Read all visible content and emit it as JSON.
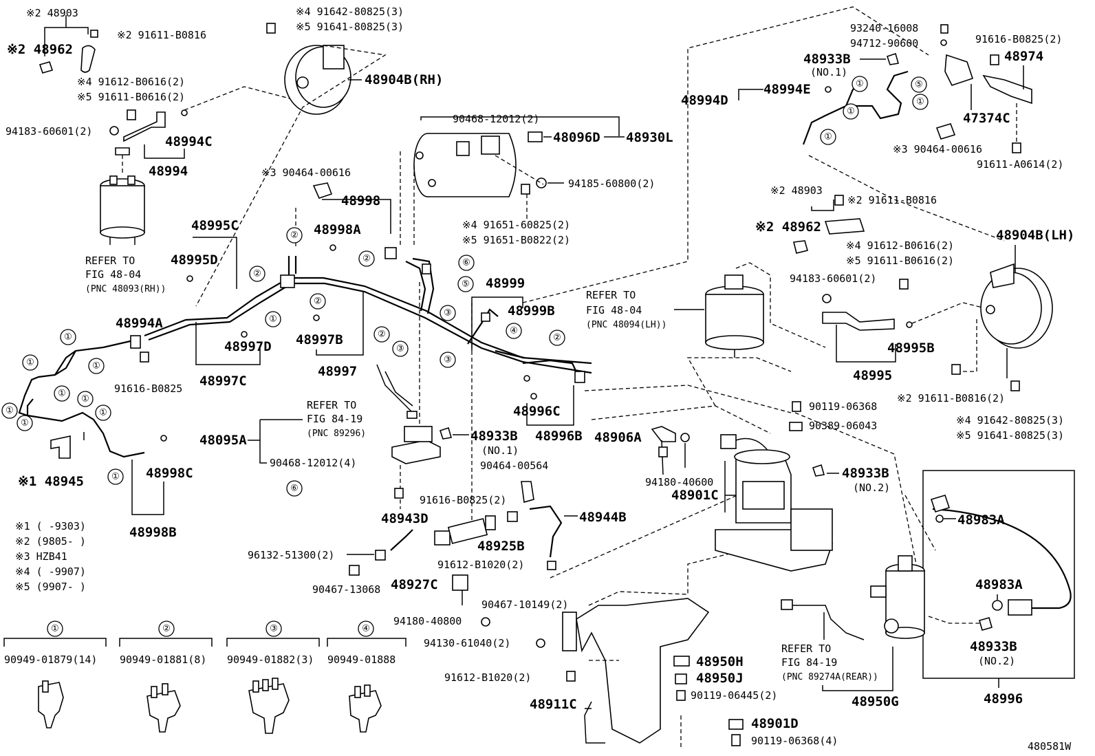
{
  "figure_id": "480581W",
  "callouts": {
    "c1": "①",
    "c2": "②",
    "c3": "③",
    "c4": "④",
    "c5": "⑤",
    "c6": "⑥"
  },
  "parts": {
    "p48903_tl": "※2 48903",
    "p48962_tl": "※2 48962",
    "p91611_b0816_tl": "※2 91611-B0816",
    "p91612_b0616_tl": "※4 91612-B0616(2)",
    "p91611_b0616_tl": "※5 91611-B0616(2)",
    "p94183_tl": "94183-60601(2)",
    "p48994c": "48994C",
    "p48994": "48994",
    "p491642": "※4 91642-80825(3)",
    "p591641": "※5 91641-80825(3)",
    "p48904b_rh": "48904B(RH)",
    "refer_rh_1": "REFER TO",
    "refer_rh_2": "FIG 48-04",
    "refer_rh_3": "(PNC 48093(RH))",
    "p90464_00616_a": "※3 90464-00616",
    "p48995c": "48995C",
    "p48995d": "48995D",
    "p48998": "48998",
    "p48998a": "48998A",
    "p90468_12012_2": "90468-12012(2)",
    "p48096d": "48096D",
    "p48930l": "48930L",
    "p94185": "94185-60800(2)",
    "p91651_60825": "※4 91651-60825(2)",
    "p91651_b0822": "※5 91651-B0822(2)",
    "p48994a": "48994A",
    "p48997d": "48997D",
    "p48997b": "48997B",
    "p48997": "48997",
    "p48997c": "48997C",
    "p91616_b0825": "91616-B0825",
    "p48945": "※1 48945",
    "p48998c": "48998C",
    "p48998b": "48998B",
    "p48999": "48999",
    "p48999b": "48999B",
    "p48996c": "48996C",
    "p48996b": "48996B",
    "refer_8419_1": "REFER TO",
    "refer_8419_2": "FIG 84-19",
    "refer_8419_3": "(PNC 89296)",
    "p48095a": "48095A",
    "p90468_12012_4": "90468-12012(4)",
    "p48933b_no1_a": "48933B",
    "no1_a": "(NO.1)",
    "p90464_00564": "90464-00564",
    "p91616_b0825_2": "91616-B0825(2)",
    "p48943d": "48943D",
    "p48925b": "48925B",
    "p48944b": "48944B",
    "p96132": "96132-51300(2)",
    "p91612_b1020_a": "91612-B1020(2)",
    "p90467_13068": "90467-13068",
    "p48927c": "48927C",
    "p90467_10149": "90467-10149(2)",
    "p94180_40800": "94180-40800",
    "p94130": "94130-61040(2)",
    "p91612_b1020_b": "91612-B1020(2)",
    "p48911c": "48911C",
    "p48950h": "48950H",
    "p48950j": "48950J",
    "p90119_06445": "90119-06445(2)",
    "p48901d": "48901D",
    "p90119_06368_4": "90119-06368(4)",
    "p48906a": "48906A",
    "p94180_40600": "94180-40600",
    "p48901c": "48901C",
    "p90119_06368": "90119-06368",
    "p90389": "90389-06043",
    "p48933b_no2_a": "48933B",
    "no2_a": "(NO.2)",
    "p48983a_1": "48983A",
    "p48983a_2": "48983A",
    "p48933b_no2_b": "48933B",
    "no2_b": "(NO.2)",
    "p48996": "48996",
    "refer_rear_1": "REFER TO",
    "refer_rear_2": "FIG 84-19",
    "refer_rear_3": "(PNC 89274A(REAR))",
    "p48950g": "48950G",
    "refer_lh_1": "REFER TO",
    "refer_lh_2": "FIG 48-04",
    "refer_lh_3": "(PNC 48094(LH))",
    "p93240": "93240-16008",
    "p94712": "94712-90600",
    "p91616_b0825_tr": "91616-B0825(2)",
    "p48974": "48974",
    "p48933b_no1_b": "48933B",
    "no1_b": "(NO.1)",
    "p48994d": "48994D",
    "p48994e": "48994E",
    "p47374c": "47374C",
    "p90464_00616_b": "※3 90464-00616",
    "p91611_a0614": "91611-A0614(2)",
    "p48903_r": "※2 48903",
    "p91611_b0816_r": "※2 91611-B0816",
    "p48962_r": "※2 48962",
    "p48904b_lh": "48904B(LH)",
    "p91612_b0616_r": "※4 91612-B0616(2)",
    "p91611_b0616_r": "※5 91611-B0616(2)",
    "p94183_r": "94183-60601(2)",
    "p48995b": "48995B",
    "p48995": "48995",
    "p91611_b0816_2_r": "※2 91611-B0816(2)",
    "p491642_r": "※4 91642-80825(3)",
    "p591641_r": "※5 91641-80825(3)"
  },
  "notes": [
    "※1 (    -9303)",
    "※2 (9805-    )",
    "※3 HZB41",
    "※4 (    -9907)",
    "※5 (9907-    )"
  ],
  "clips": [
    {
      "num": "①",
      "part": "90949-01879(14)"
    },
    {
      "num": "②",
      "part": "90949-01881(8)"
    },
    {
      "num": "③",
      "part": "90949-01882(3)"
    },
    {
      "num": "④",
      "part": "90949-01888"
    }
  ]
}
